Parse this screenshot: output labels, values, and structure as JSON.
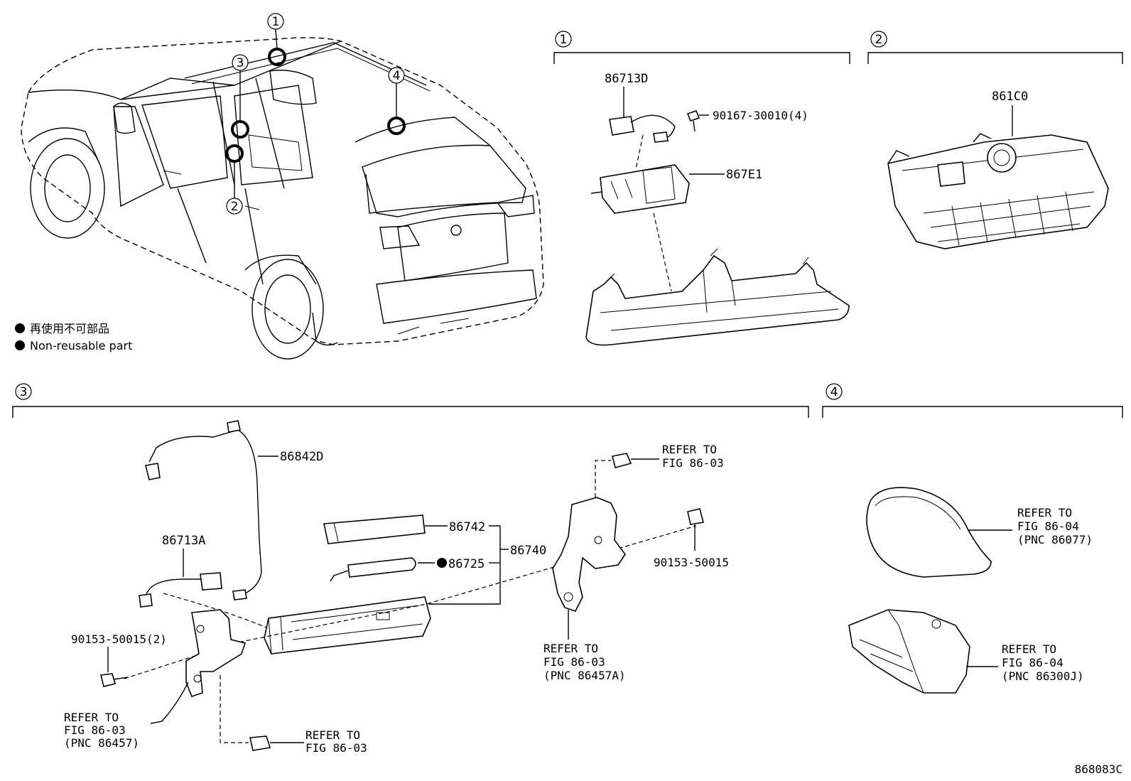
{
  "legend": {
    "jp": "再使用不可部品",
    "en": "Non-reusable part"
  },
  "sections": {
    "s1": "1",
    "s2": "2",
    "s3": "3",
    "s4": "4"
  },
  "car_markers": {
    "m1": "1",
    "m2": "2",
    "m3": "3",
    "m4": "4"
  },
  "parts": {
    "p86713D": "86713D",
    "p90167": "90167-30010(4)",
    "p867E1": "867E1",
    "p861C0": "861C0",
    "p86842D": "86842D",
    "p86713A": "86713A",
    "p86742": "86742",
    "p86725": "86725",
    "p86740": "86740",
    "p90153a": "90153-50015(2)",
    "p90153b": "90153-50015"
  },
  "refs": {
    "r_top_l1": "REFER TO",
    "r_top_l2": "FIG 86-03",
    "r_mid_l1": "REFER TO",
    "r_mid_l2": "FIG 86-03",
    "r_mid_l3": "(PNC 86457A)",
    "r_left_l1": "REFER TO",
    "r_left_l2": "FIG 86-03",
    "r_left_l3": "(PNC 86457)",
    "r_bot_l1": "REFER TO",
    "r_bot_l2": "FIG 86-03",
    "r_s4a_l1": "REFER TO",
    "r_s4a_l2": "FIG 86-04",
    "r_s4a_l3": "(PNC 86077)",
    "r_s4b_l1": "REFER TO",
    "r_s4b_l2": "FIG 86-04",
    "r_s4b_l3": "(PNC 86300J)"
  },
  "figure_id": "868083C"
}
